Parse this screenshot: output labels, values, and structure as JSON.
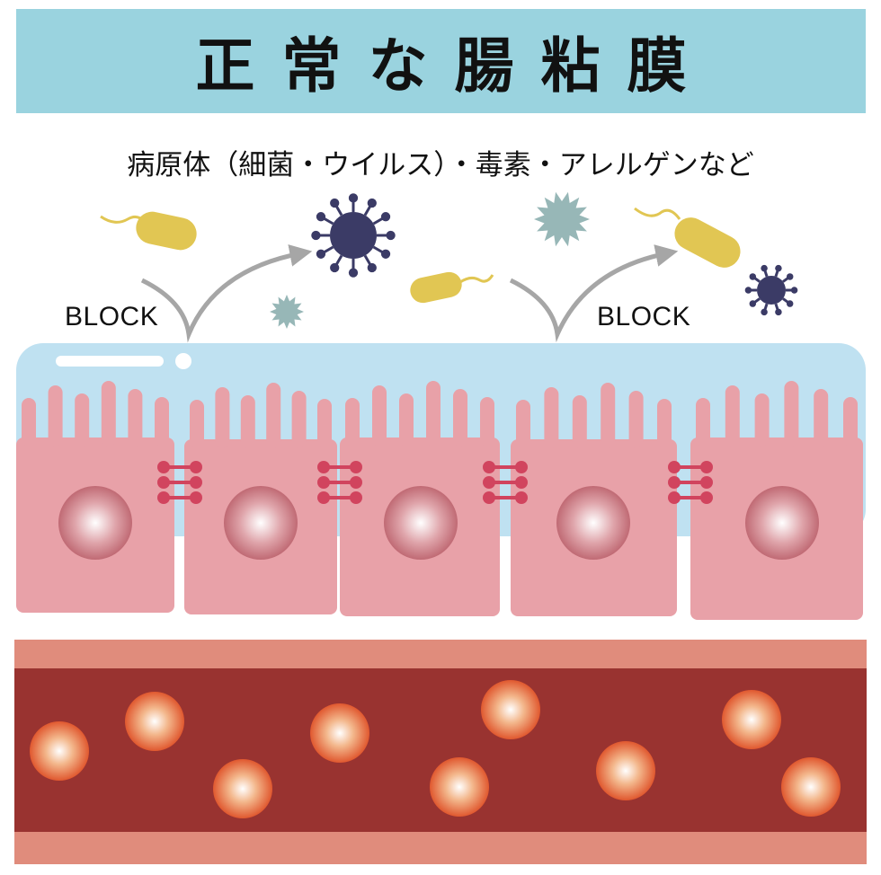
{
  "title": "正常な腸粘膜",
  "subtitle": "病原体（細菌・ウイルス）・毒素・アレルゲンなど",
  "block_labels": {
    "left": "BLOCK",
    "right": "BLOCK"
  },
  "colors": {
    "title_bar": "#9ad3df",
    "lumen": "#bfe1f1",
    "cell": "#e8a1a8",
    "nucleus_edge": "#c36c76",
    "tight_junction": "#d1445e",
    "blood_vessel": "#993330",
    "vessel_wall": "#e08c7c",
    "blood_cell": "#e35e37",
    "bacteria": "#e1c653",
    "virus": "#3b3b66",
    "toxin": "#97b7b7",
    "arrow": "#a6a6a6"
  }
}
